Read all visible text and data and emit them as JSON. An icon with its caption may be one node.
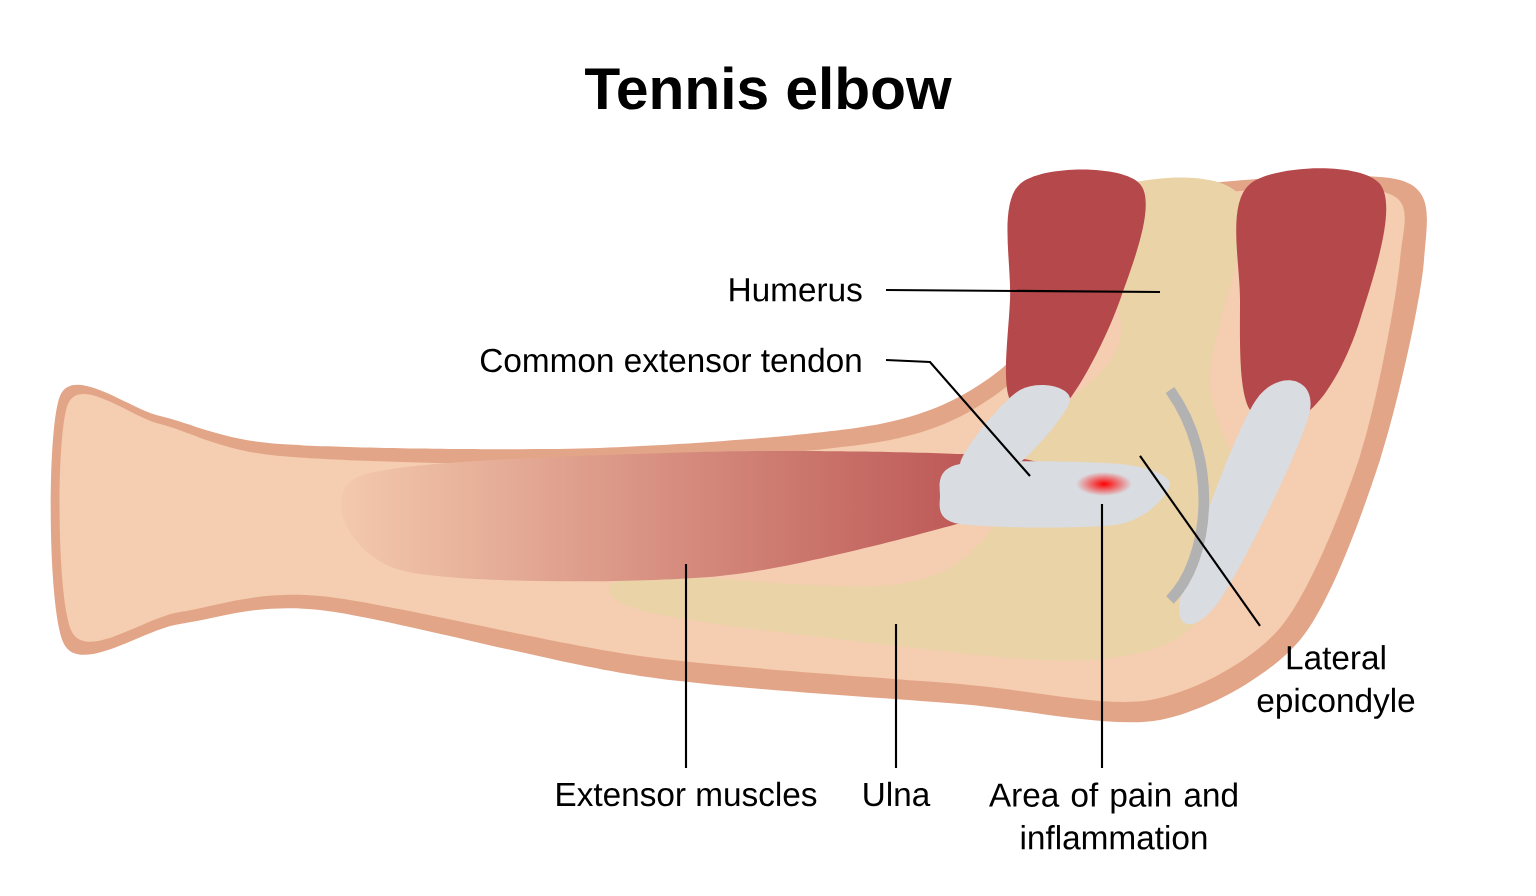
{
  "diagram": {
    "title": "Tennis elbow",
    "nodes": [
      {
        "text": [
          "Humerus"
        ]
      },
      {
        "text": [
          "Common extensor tendon"
        ]
      },
      {
        "text": [
          "Lateral epicondyle"
        ]
      },
      {
        "text": [
          "Extensor muscles"
        ]
      },
      {
        "text": [
          "Ulna"
        ]
      },
      {
        "text": [
          "Area of pain and inflammation"
        ]
      }
    ],
    "edges": [
      {
        "from": 0,
        "to": null,
        "arrow": "none"
      },
      {
        "from": 1,
        "to": null,
        "arrow": "none"
      },
      {
        "from": 2,
        "to": null,
        "arrow": "none"
      },
      {
        "from": 3,
        "to": null,
        "arrow": "none"
      },
      {
        "from": 4,
        "to": null,
        "arrow": "none"
      },
      {
        "from": 5,
        "to": null,
        "arrow": "none"
      }
    ]
  }
}
